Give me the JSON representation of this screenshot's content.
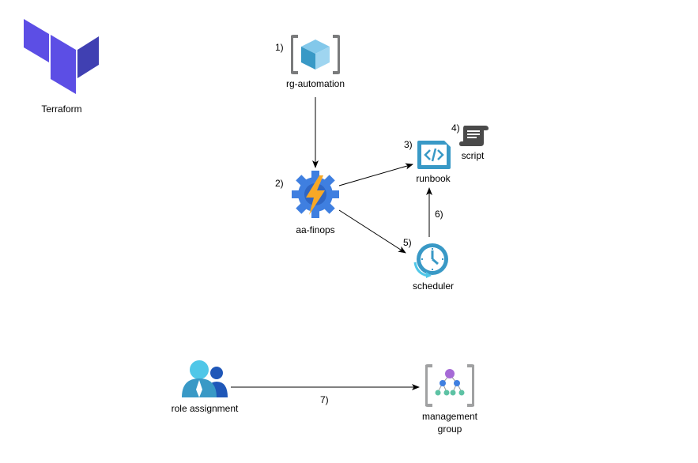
{
  "nodes": {
    "terraform": {
      "label": "Terraform",
      "icon": "terraform-logo-icon"
    },
    "rg_automation": {
      "label": "rg-automation",
      "step": "1)",
      "icon": "resource-group-icon"
    },
    "aa_finops": {
      "label": "aa-finops",
      "step": "2)",
      "icon": "automation-account-icon"
    },
    "runbook": {
      "label": "runbook",
      "step": "3)",
      "icon": "runbook-code-icon"
    },
    "script": {
      "label": "script",
      "step": "4)",
      "icon": "script-scroll-icon"
    },
    "scheduler": {
      "label": "scheduler",
      "step": "5)",
      "icon": "scheduler-clock-icon"
    },
    "role_assignment": {
      "label": "role assignment",
      "icon": "users-icon"
    },
    "management_group": {
      "label_line1": "management",
      "label_line2": "group",
      "icon": "management-group-icon"
    }
  },
  "edges": [
    {
      "from": "rg_automation",
      "to": "aa_finops",
      "label": ""
    },
    {
      "from": "aa_finops",
      "to": "runbook",
      "label": ""
    },
    {
      "from": "aa_finops",
      "to": "scheduler",
      "label": ""
    },
    {
      "from": "scheduler",
      "to": "runbook",
      "label": "6)"
    },
    {
      "from": "role_assignment",
      "to": "management_group",
      "label": "7)"
    }
  ],
  "colors": {
    "terraform_purple": "#5c4ee5",
    "terraform_dark": "#4040b2",
    "azure_blue": "#3999c6",
    "azure_light": "#50c7e8",
    "gear_blue": "#3f7fe0",
    "bolt_orange": "#f7a826",
    "bracket_gray": "#a0a1a2",
    "mg_purple": "#a66ad6",
    "mg_green": "#5dc2a4"
  }
}
